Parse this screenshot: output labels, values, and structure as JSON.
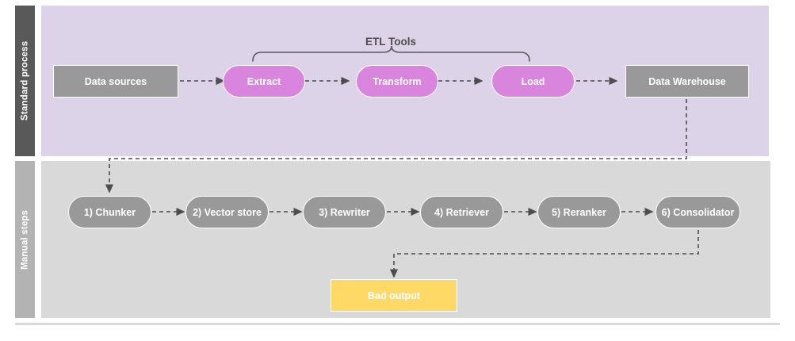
{
  "diagram": {
    "title_text_present": false,
    "colors": {
      "lane_top_bg": "#ddd3e9",
      "lane_top_label_bg": "#595959",
      "lane_bottom_bg": "#d9d9d9",
      "lane_bottom_label_bg": "#b3b3b3",
      "node_gray": "#999999",
      "node_purple": "#d984dd",
      "node_yellow": "#ffd966",
      "node_border": "#ffffff",
      "edge": "#4d4d4d",
      "brace": "#595959",
      "text_light": "#ffffff",
      "text_dark": "#4d4d4d",
      "page_bg": "#ffffff",
      "bottom_rule": "#d9d9d9"
    },
    "lanes": [
      {
        "id": "standard-process",
        "label": "Standard process"
      },
      {
        "id": "manual-steps",
        "label": "Manual steps"
      }
    ],
    "annotations": [
      {
        "id": "etl-brace",
        "label": "ETL Tools"
      }
    ],
    "nodes": [
      {
        "id": "data-sources",
        "label": "Data sources",
        "shape": "rect",
        "color": "gray",
        "lane": "standard-process"
      },
      {
        "id": "extract",
        "label": "Extract",
        "shape": "pill",
        "color": "purple",
        "lane": "standard-process"
      },
      {
        "id": "transform",
        "label": "Transform",
        "shape": "pill",
        "color": "purple",
        "lane": "standard-process"
      },
      {
        "id": "load",
        "label": "Load",
        "shape": "pill",
        "color": "purple",
        "lane": "standard-process"
      },
      {
        "id": "data-warehouse",
        "label": "Data Warehouse",
        "shape": "rect",
        "color": "gray",
        "lane": "standard-process"
      },
      {
        "id": "chunker",
        "label": "1) Chunker",
        "shape": "pill",
        "color": "gray",
        "lane": "manual-steps"
      },
      {
        "id": "vector-store",
        "label": "2) Vector store",
        "shape": "pill",
        "color": "gray",
        "lane": "manual-steps"
      },
      {
        "id": "rewriter",
        "label": "3) Rewriter",
        "shape": "pill",
        "color": "gray",
        "lane": "manual-steps"
      },
      {
        "id": "retriever",
        "label": "4) Retriever",
        "shape": "pill",
        "color": "gray",
        "lane": "manual-steps"
      },
      {
        "id": "reranker",
        "label": "5) Reranker",
        "shape": "pill",
        "color": "gray",
        "lane": "manual-steps"
      },
      {
        "id": "consolidator",
        "label": "6) Consolidator",
        "shape": "pill",
        "color": "gray",
        "lane": "manual-steps"
      },
      {
        "id": "bad-output",
        "label": "Bad output",
        "shape": "rect",
        "color": "yellow",
        "lane": "manual-steps"
      }
    ],
    "edges": [
      {
        "from": "data-sources",
        "to": "extract",
        "style": "dashed",
        "arrow": true
      },
      {
        "from": "extract",
        "to": "transform",
        "style": "dashed",
        "arrow": true
      },
      {
        "from": "transform",
        "to": "load",
        "style": "dashed",
        "arrow": true
      },
      {
        "from": "load",
        "to": "data-warehouse",
        "style": "dashed",
        "arrow": true
      },
      {
        "from": "data-warehouse",
        "to": "chunker",
        "style": "dashed",
        "arrow": true
      },
      {
        "from": "chunker",
        "to": "vector-store",
        "style": "dashed",
        "arrow": true
      },
      {
        "from": "vector-store",
        "to": "rewriter",
        "style": "dashed",
        "arrow": true
      },
      {
        "from": "rewriter",
        "to": "retriever",
        "style": "dashed",
        "arrow": true
      },
      {
        "from": "retriever",
        "to": "reranker",
        "style": "dashed",
        "arrow": true
      },
      {
        "from": "reranker",
        "to": "consolidator",
        "style": "dashed",
        "arrow": true
      },
      {
        "from": "consolidator",
        "to": "bad-output",
        "style": "dashed",
        "arrow": true
      }
    ]
  }
}
